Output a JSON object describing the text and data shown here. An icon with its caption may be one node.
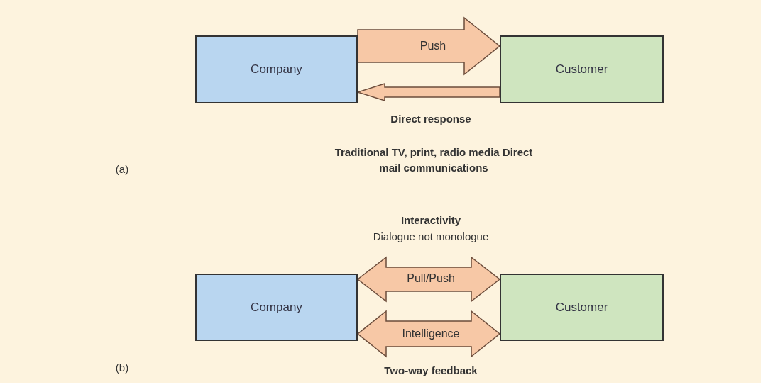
{
  "diagram": {
    "nodes": [
      {
        "text": [
          "Company"
        ]
      },
      {
        "text": [
          "Customer"
        ]
      },
      {
        "text": [
          "Company"
        ]
      },
      {
        "text": [
          "Customer"
        ]
      }
    ],
    "edges": [
      {
        "from": 0,
        "to": 1,
        "arrow": "to",
        "label": "Push"
      },
      {
        "from": 1,
        "to": 0,
        "arrow": "to",
        "label": "Direct response"
      },
      {
        "from": 2,
        "to": 3,
        "arrow": "both",
        "label": "Pull/Push"
      },
      {
        "from": 2,
        "to": 3,
        "arrow": "both",
        "label": "Intelligence"
      }
    ],
    "labels": [
      "Traditional TV, print, radio media Direct mail communications",
      "(a)",
      "Interactivity",
      "Dialogue not monologue",
      "(b)",
      "Two-way feedback"
    ]
  }
}
